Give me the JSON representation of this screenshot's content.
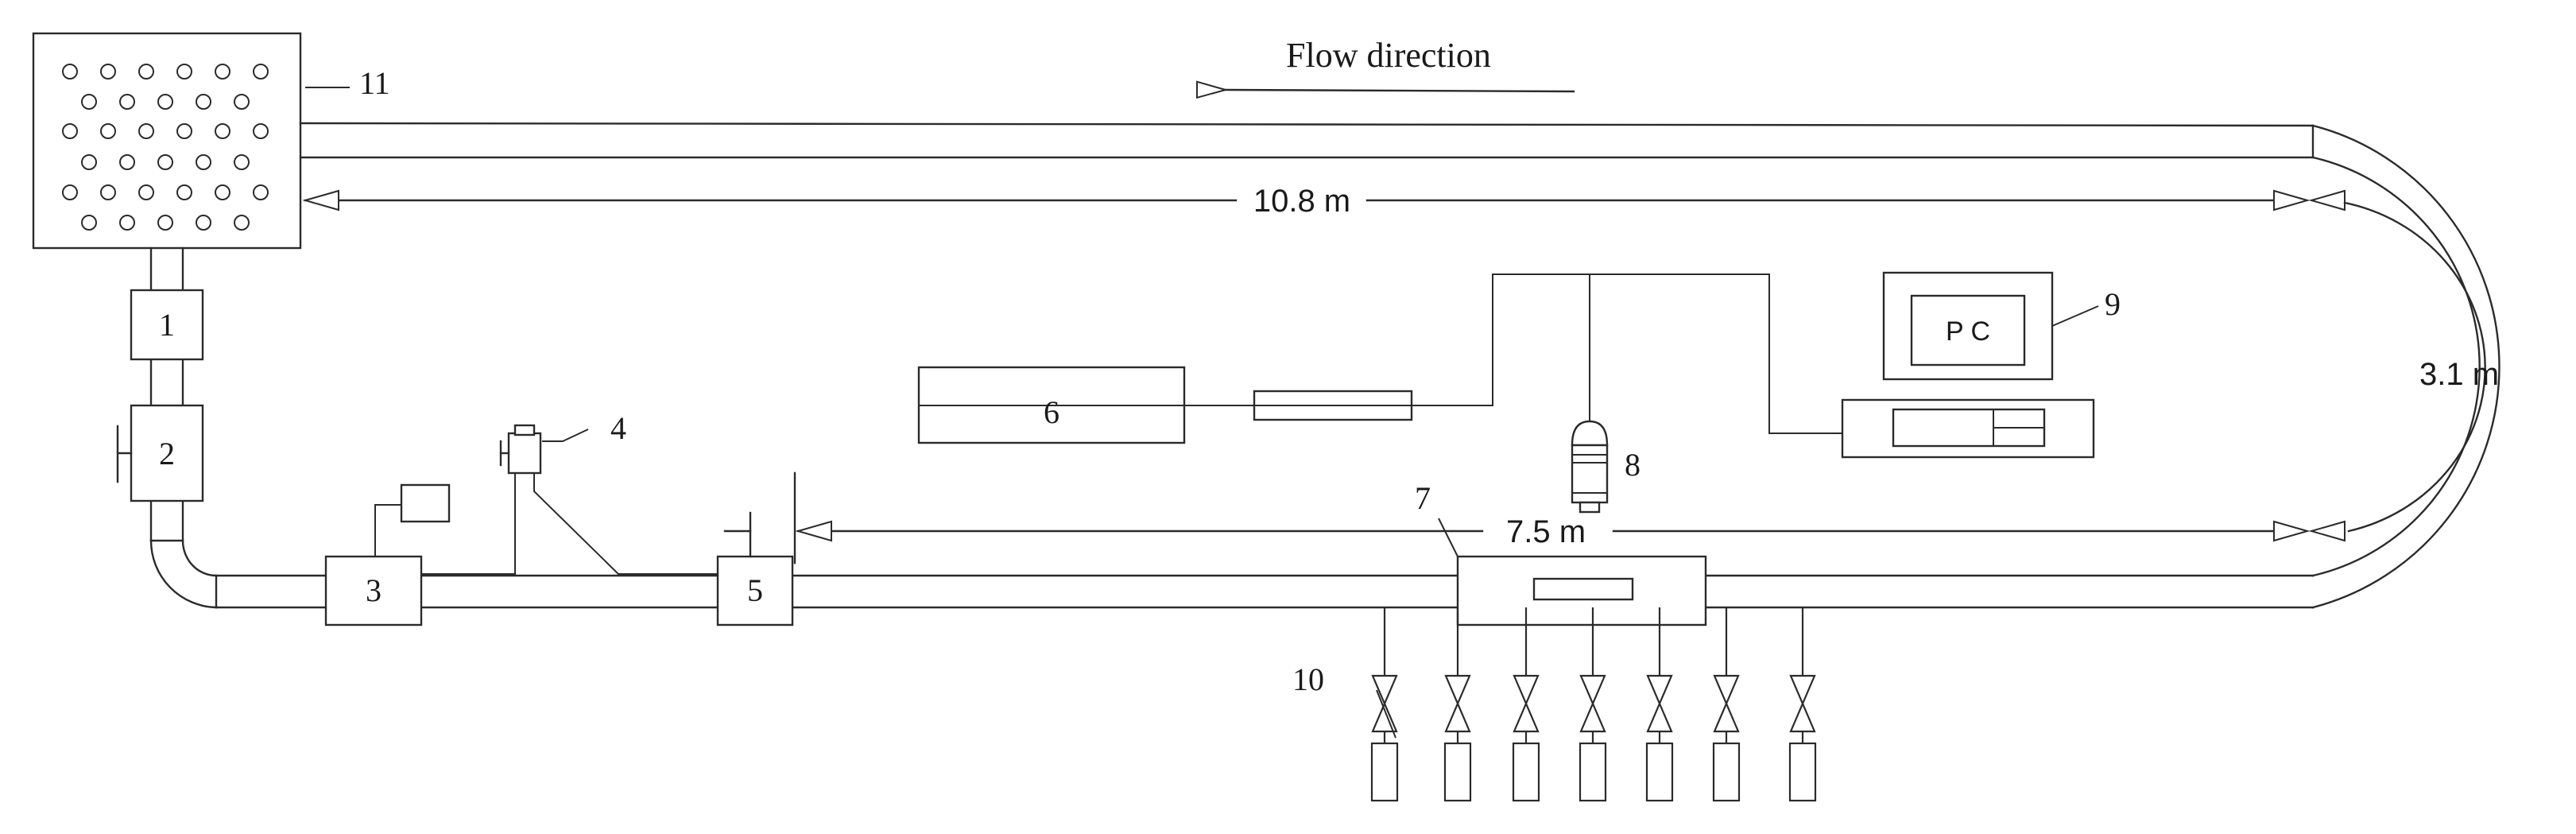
{
  "flow": {
    "label": "Flow direction"
  },
  "dimensions": {
    "top_length": "10.8 m",
    "bottom_length": "7.5 m",
    "bend": "3.1 m"
  },
  "components": {
    "c1": "1",
    "c2": "2",
    "c3": "3",
    "c4": "4",
    "c5": "5",
    "c6": "6",
    "c7": "7",
    "c8": "8",
    "c9": "9",
    "c10": "10",
    "c11": "11"
  },
  "pc": {
    "label": "P C"
  }
}
